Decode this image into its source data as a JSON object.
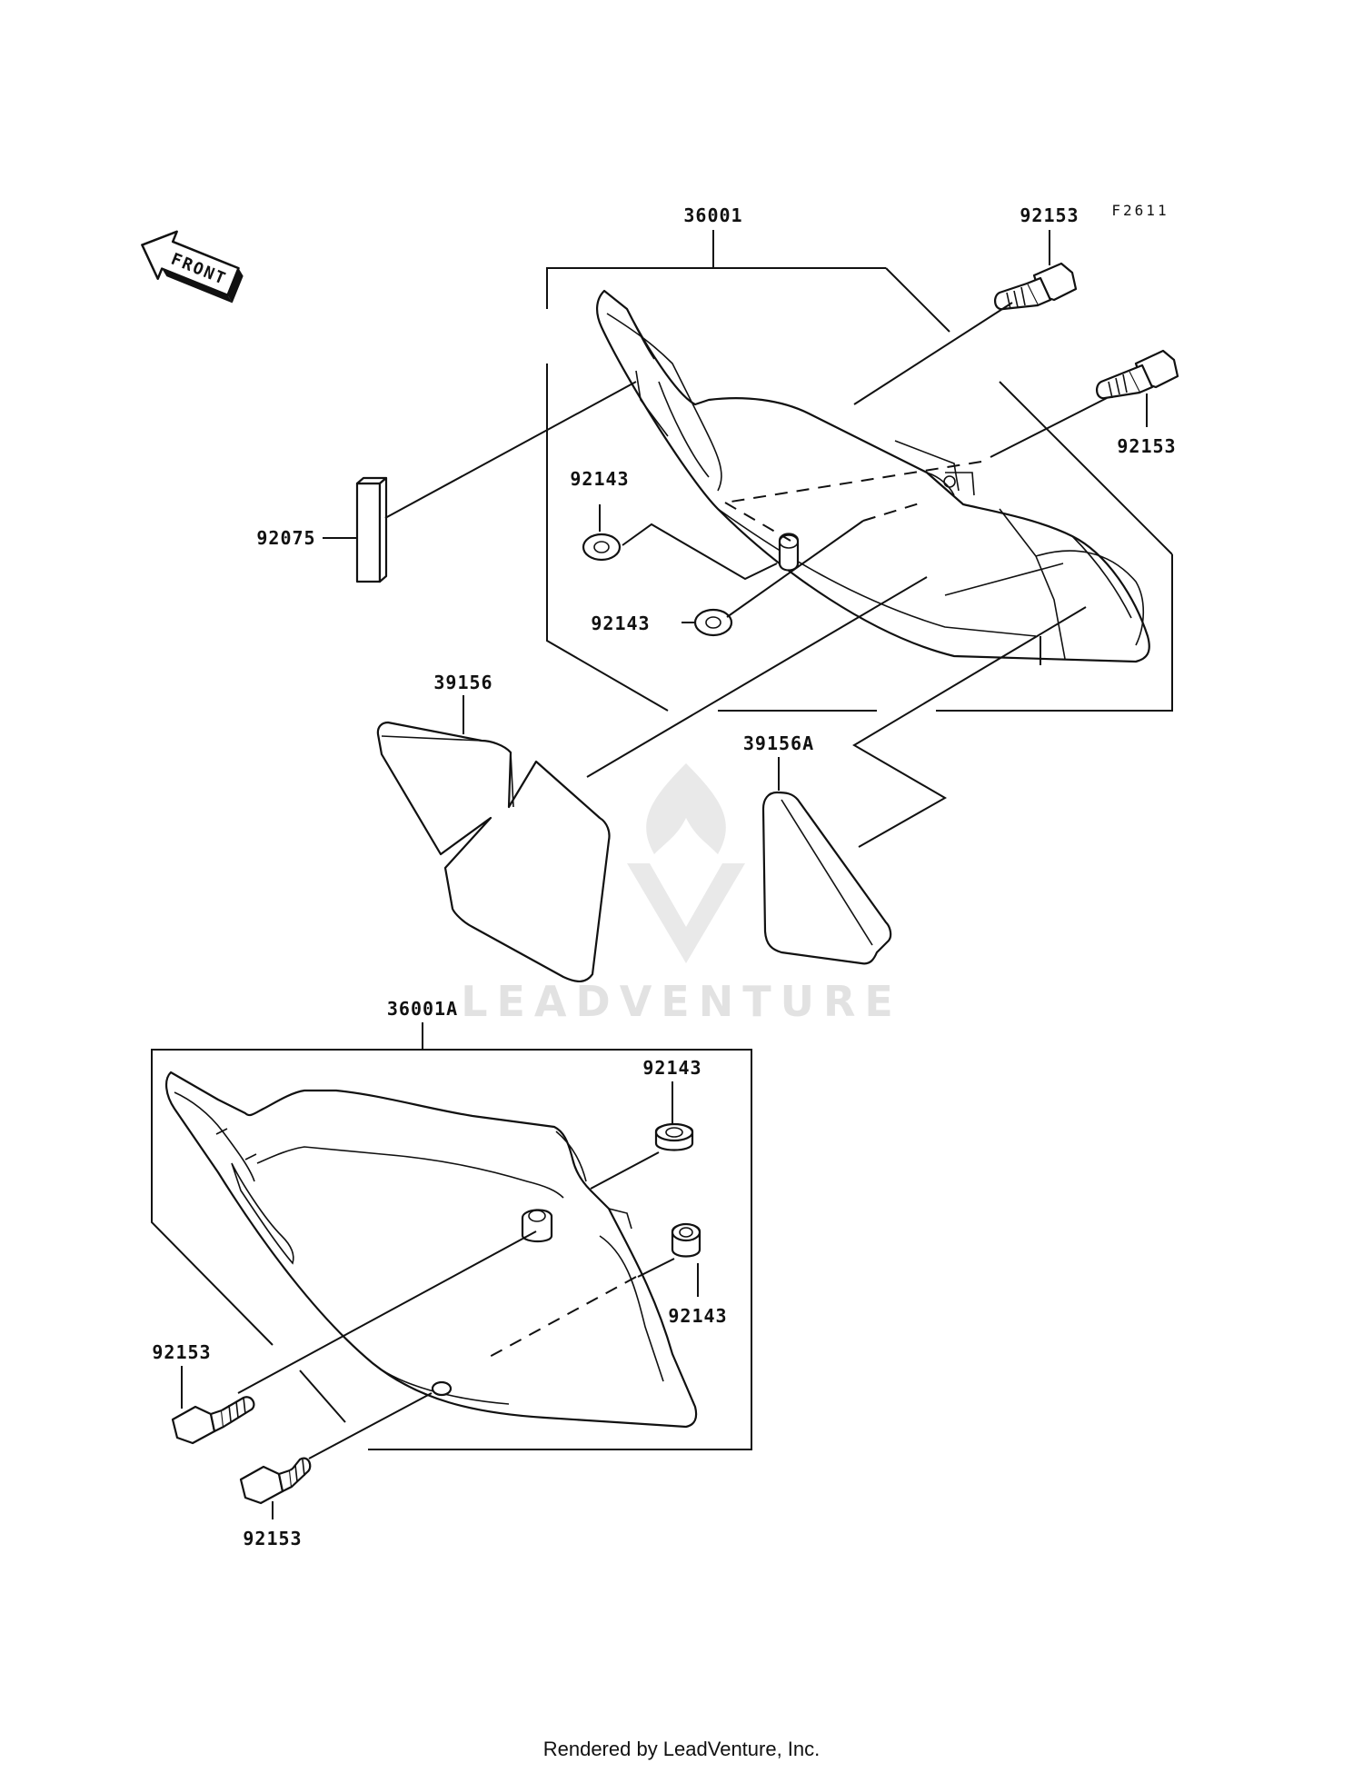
{
  "figure_code": "F2611",
  "front_label": "FRONT",
  "watermark": "LEADVENTURE",
  "footer": "Rendered by LeadVenture, Inc.",
  "callouts": [
    {
      "id": "c1",
      "text": "36001"
    },
    {
      "id": "c2",
      "text": "92153"
    },
    {
      "id": "c3",
      "text": "92153"
    },
    {
      "id": "c4",
      "text": "92075"
    },
    {
      "id": "c5",
      "text": "92143"
    },
    {
      "id": "c6",
      "text": "92143"
    },
    {
      "id": "c7",
      "text": "39156"
    },
    {
      "id": "c8",
      "text": "39156A"
    },
    {
      "id": "c9",
      "text": "36001A"
    },
    {
      "id": "c10",
      "text": "92143"
    },
    {
      "id": "c11",
      "text": "92143"
    },
    {
      "id": "c12",
      "text": "92153"
    },
    {
      "id": "c13",
      "text": "92153"
    }
  ]
}
